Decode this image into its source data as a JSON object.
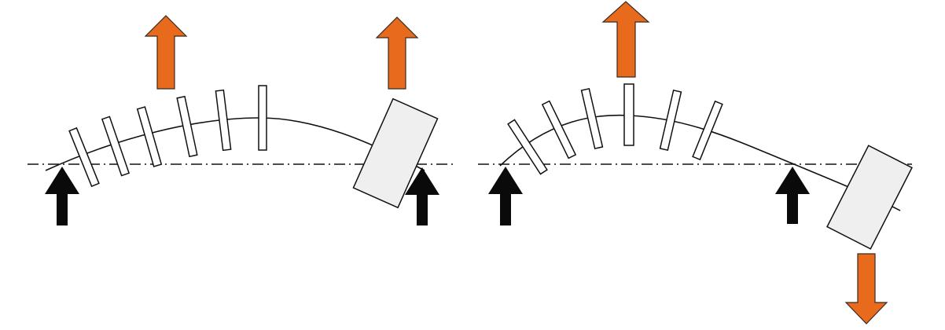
{
  "colors": {
    "background": "#ffffff",
    "line": "#111111",
    "force_arrow_orange": "#e86a1c",
    "force_arrow_orange_outline": "#3a2a20",
    "support_arrow_black": "#0a0a0a",
    "plate_gray": "#efefef",
    "segment_fill": "#ffffff"
  },
  "panels": [
    {
      "id": "left",
      "description_key": "bending-left",
      "force_arrows": [
        {
          "id": "force-1",
          "direction": "up"
        },
        {
          "id": "force-2",
          "direction": "up"
        }
      ],
      "support_arrows": [
        {
          "id": "support-1",
          "direction": "up"
        },
        {
          "id": "support-2",
          "direction": "up"
        }
      ]
    },
    {
      "id": "right",
      "description_key": "bending-right",
      "force_arrows": [
        {
          "id": "force-1",
          "direction": "up"
        },
        {
          "id": "force-2",
          "direction": "down"
        }
      ],
      "support_arrows": [
        {
          "id": "support-1",
          "direction": "up"
        },
        {
          "id": "support-2",
          "direction": "up"
        }
      ]
    }
  ]
}
